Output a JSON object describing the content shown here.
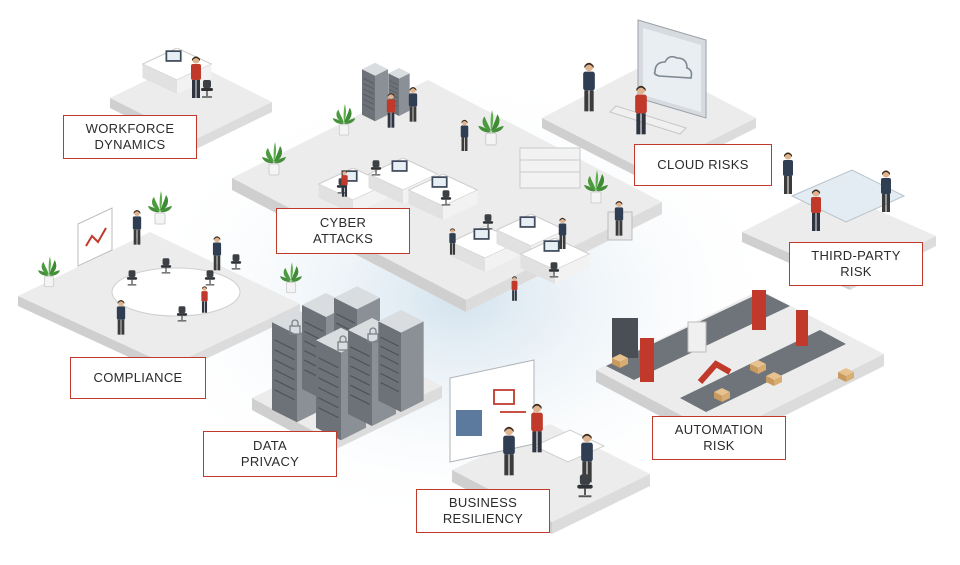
{
  "colors": {
    "accent": "#c0392b",
    "platform_top": "#ececec",
    "platform_side": "#cfcfcf",
    "label_text": "#2b2b2b",
    "glow": "#cfe0ec"
  },
  "labels": {
    "workforce": [
      "WORKFORCE",
      "DYNAMICS"
    ],
    "cyber": [
      "CYBER",
      "ATTACKS"
    ],
    "cloud": [
      "CLOUD RISKS"
    ],
    "third_party": [
      "THIRD-PARTY",
      "RISK"
    ],
    "compliance": [
      "COMPLIANCE"
    ],
    "data_privacy": [
      "DATA",
      "PRIVACY"
    ],
    "automation": [
      "AUTOMATION",
      "RISK"
    ],
    "business": [
      "BUSINESS",
      "RESILIENCY"
    ]
  },
  "icons": {
    "cloud": "cloud-icon",
    "lock": "padlock-icon",
    "plant": "potted-plant-icon"
  }
}
